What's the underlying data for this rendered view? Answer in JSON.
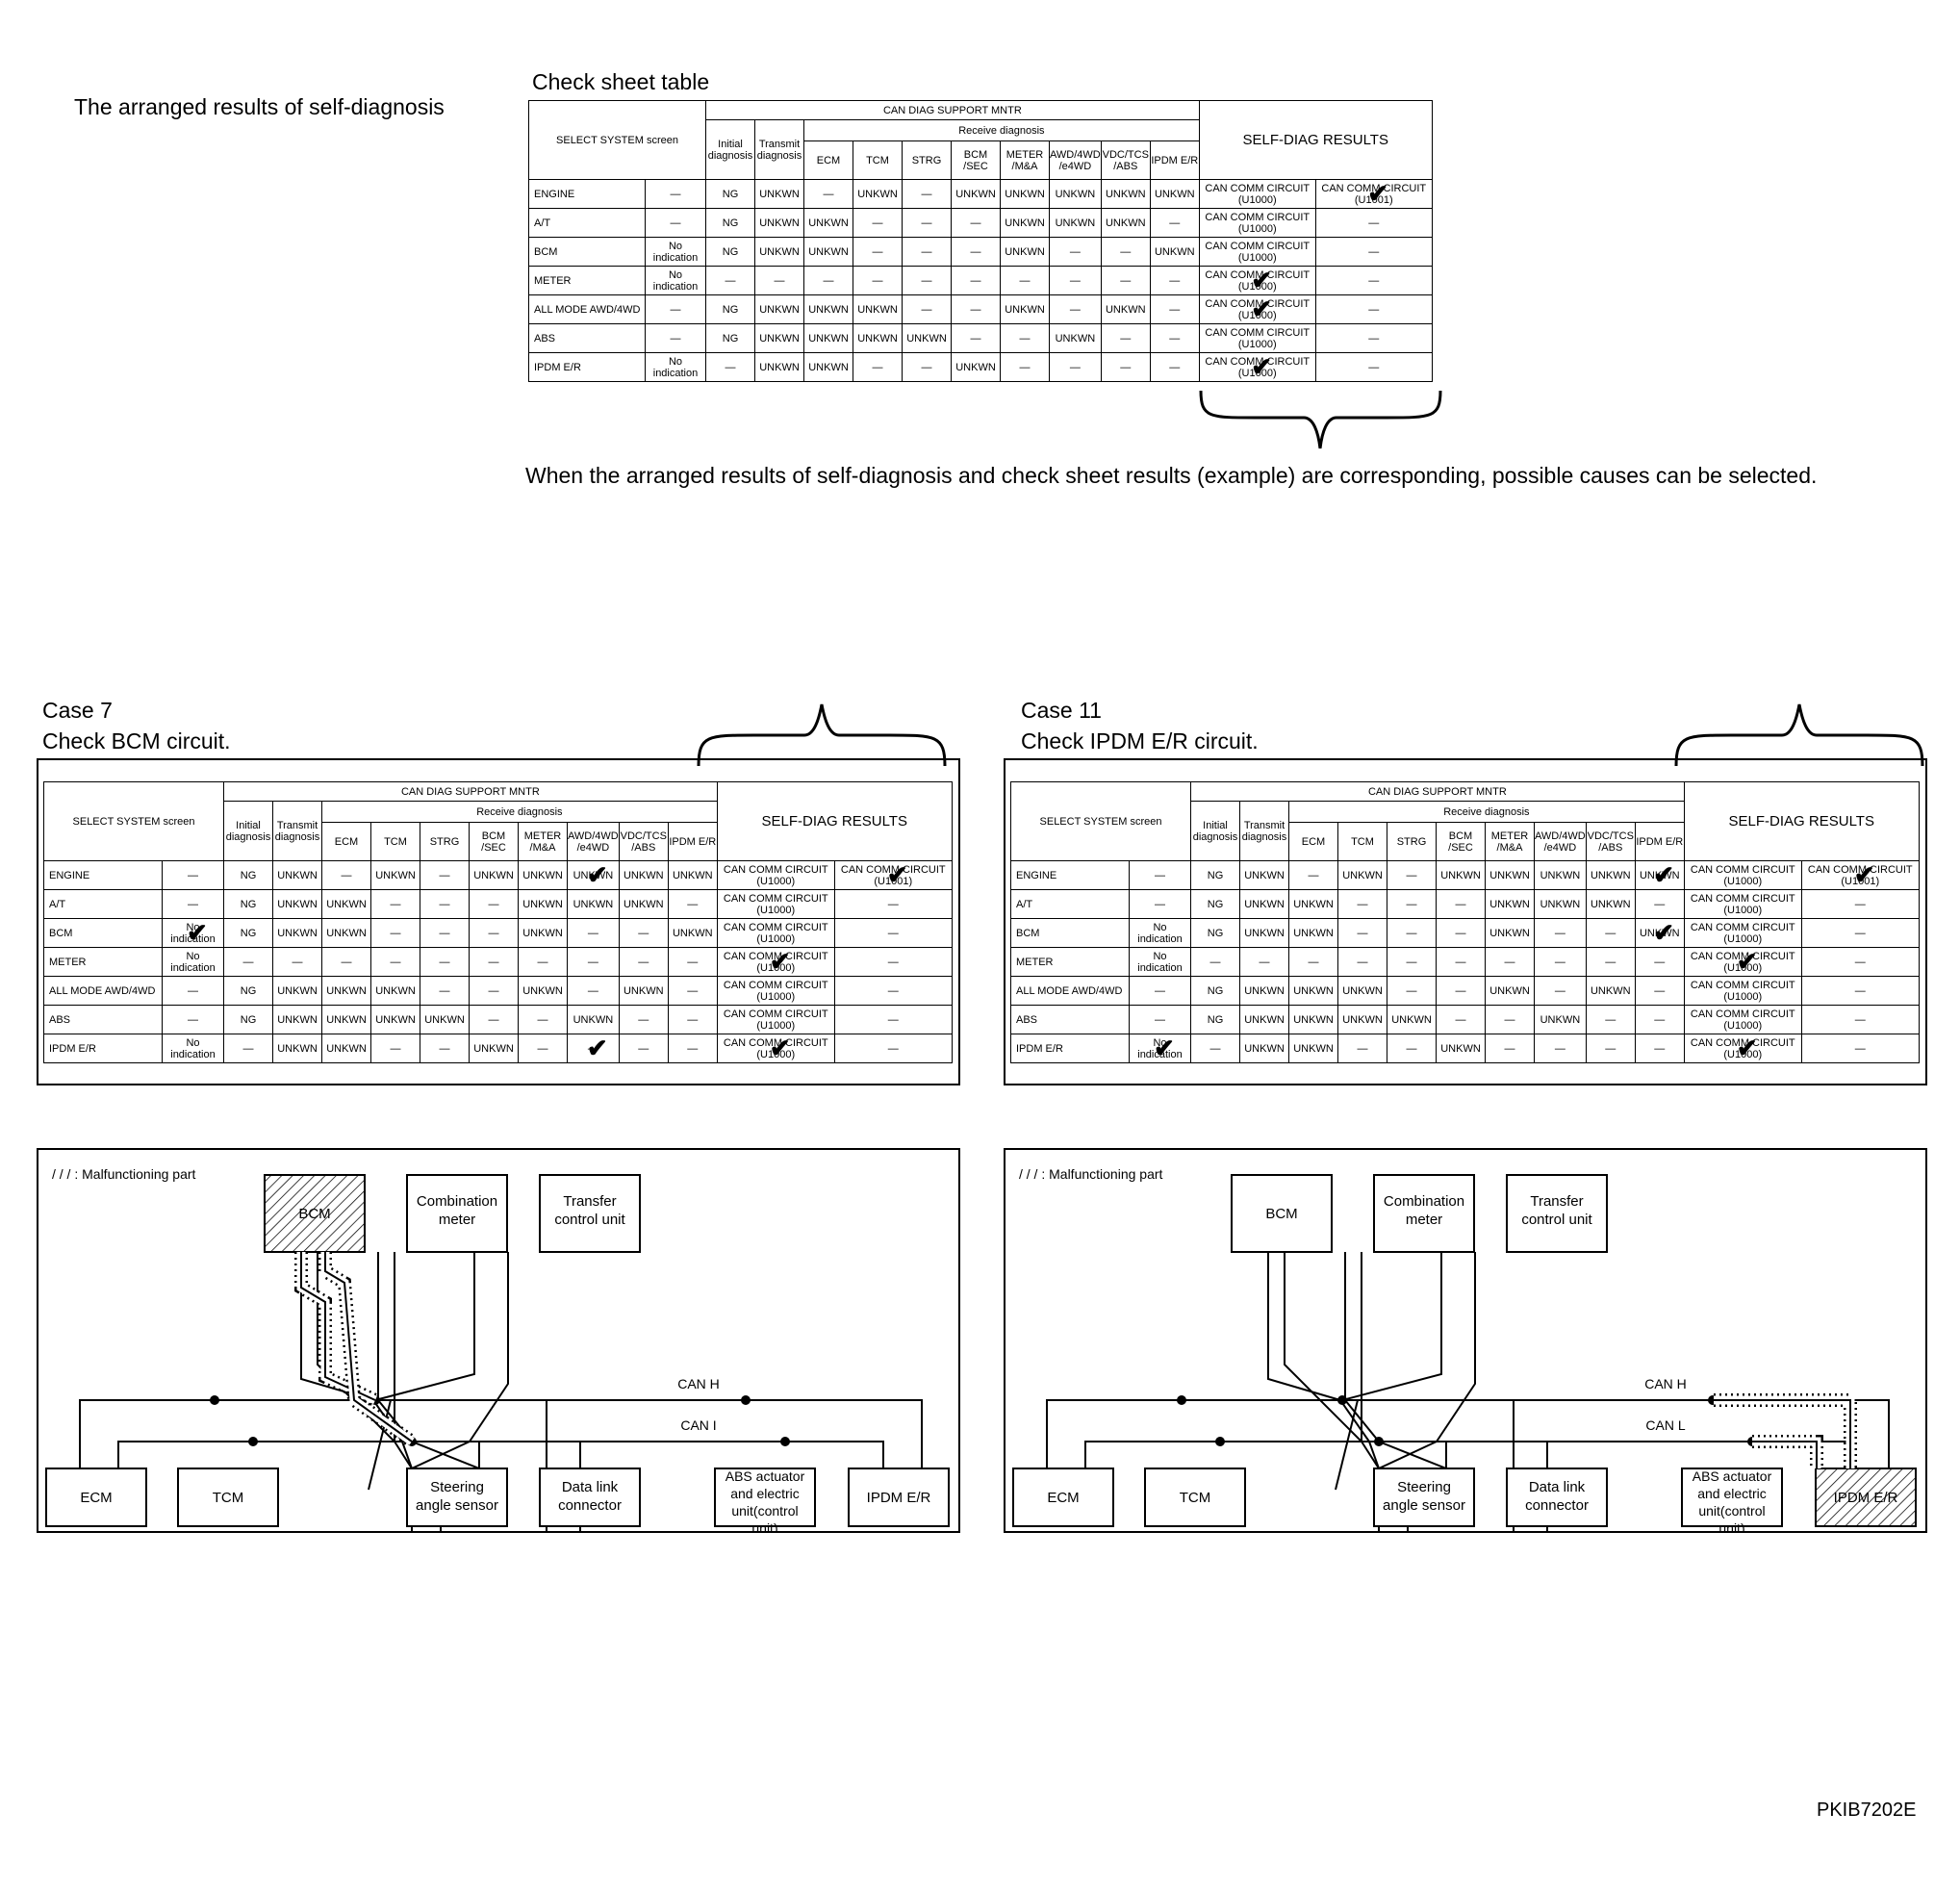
{
  "top": {
    "arranged_label": "The arranged results of self-diagnosis",
    "check_sheet_label": "Check sheet table",
    "note": "When the arranged results of self-diagnosis and check sheet results (example) are corresponding, possible causes can be selected."
  },
  "table_headers": {
    "select_system": "SELECT SYSTEM screen",
    "can_diag": "CAN DIAG SUPPORT MNTR",
    "initial": "Initial diagnosis",
    "transmit": "Transmit diagnosis",
    "receive": "Receive diagnosis",
    "receive_cols": [
      "ECM",
      "TCM",
      "STRG",
      "BCM /SEC",
      "METER /M&A",
      "AWD/4WD /e4WD",
      "VDC/TCS /ABS",
      "IPDM E/R"
    ],
    "self_diag": "SELF-DIAG RESULTS"
  },
  "check_table_rows": [
    {
      "system": "ENGINE",
      "extra": "—",
      "cells": [
        "NG",
        "UNKWN",
        "—",
        "UNKWN",
        "—",
        "UNKWN",
        "UNKWN",
        "UNKWN",
        "UNKWN",
        "UNKWN"
      ],
      "res1": "CAN COMM CIRCUIT (U1000)",
      "res2": "CAN COMM CIRCUIT (U1001)"
    },
    {
      "system": "A/T",
      "extra": "—",
      "cells": [
        "NG",
        "UNKWN",
        "UNKWN",
        "—",
        "—",
        "—",
        "UNKWN",
        "UNKWN",
        "UNKWN",
        "—"
      ],
      "res1": "CAN COMM CIRCUIT (U1000)",
      "res2": "—"
    },
    {
      "system": "BCM",
      "extra": "No indication",
      "cells": [
        "NG",
        "UNKWN",
        "UNKWN",
        "—",
        "—",
        "—",
        "UNKWN",
        "—",
        "—",
        "UNKWN"
      ],
      "res1": "CAN COMM CIRCUIT (U1000)",
      "res2": "—"
    },
    {
      "system": "METER",
      "extra": "No indication",
      "cells": [
        "—",
        "—",
        "—",
        "—",
        "—",
        "—",
        "—",
        "—",
        "—",
        "—"
      ],
      "res1": "CAN COMM CIRCUIT (U1000)",
      "res2": "—"
    },
    {
      "system": "ALL MODE AWD/4WD",
      "extra": "—",
      "cells": [
        "NG",
        "UNKWN",
        "UNKWN",
        "UNKWN",
        "—",
        "—",
        "UNKWN",
        "—",
        "UNKWN",
        "—"
      ],
      "res1": "CAN COMM CIRCUIT (U1000)",
      "res2": "—"
    },
    {
      "system": "ABS",
      "extra": "—",
      "cells": [
        "NG",
        "UNKWN",
        "UNKWN",
        "UNKWN",
        "UNKWN",
        "—",
        "—",
        "UNKWN",
        "—",
        "—"
      ],
      "res1": "CAN COMM CIRCUIT (U1000)",
      "res2": "—"
    },
    {
      "system": "IPDM E/R",
      "extra": "No indication",
      "cells": [
        "—",
        "UNKWN",
        "UNKWN",
        "—",
        "—",
        "UNKWN",
        "—",
        "—",
        "—",
        "—"
      ],
      "res1": "CAN COMM CIRCUIT (U1000)",
      "res2": "—"
    }
  ],
  "case7": {
    "title": "Case 7",
    "subtitle": "Check BCM circuit.",
    "rows": [
      {
        "system": "ENGINE",
        "extra": "—",
        "cells": [
          "NG",
          "UNKWN",
          "—",
          "UNKWN",
          "—",
          "UNKWN",
          "UNKWN",
          "UNKWN",
          "UNKWN",
          "UNKWN"
        ],
        "res1": "CAN COMM CIRCUIT (U1000)",
        "res2": "CAN COMM CIRCUIT (U1001)"
      },
      {
        "system": "A/T",
        "extra": "—",
        "cells": [
          "NG",
          "UNKWN",
          "UNKWN",
          "—",
          "—",
          "—",
          "UNKWN",
          "UNKWN",
          "UNKWN",
          "—"
        ],
        "res1": "CAN COMM CIRCUIT (U1000)",
        "res2": "—"
      },
      {
        "system": "BCM",
        "extra": "No indication",
        "cells": [
          "NG",
          "UNKWN",
          "UNKWN",
          "—",
          "—",
          "—",
          "UNKWN",
          "—",
          "—",
          "UNKWN"
        ],
        "res1": "CAN COMM CIRCUIT (U1000)",
        "res2": "—"
      },
      {
        "system": "METER",
        "extra": "No indication",
        "cells": [
          "—",
          "—",
          "—",
          "—",
          "—",
          "—",
          "—",
          "—",
          "—",
          "—"
        ],
        "res1": "CAN COMM CIRCUIT (U1000)",
        "res2": "—"
      },
      {
        "system": "ALL MODE AWD/4WD",
        "extra": "—",
        "cells": [
          "NG",
          "UNKWN",
          "UNKWN",
          "UNKWN",
          "—",
          "—",
          "UNKWN",
          "—",
          "UNKWN",
          "—"
        ],
        "res1": "CAN COMM CIRCUIT (U1000)",
        "res2": "—"
      },
      {
        "system": "ABS",
        "extra": "—",
        "cells": [
          "NG",
          "UNKWN",
          "UNKWN",
          "UNKWN",
          "UNKWN",
          "—",
          "—",
          "UNKWN",
          "—",
          "—"
        ],
        "res1": "CAN COMM CIRCUIT (U1000)",
        "res2": "—"
      },
      {
        "system": "IPDM E/R",
        "extra": "No indication",
        "cells": [
          "—",
          "UNKWN",
          "UNKWN",
          "—",
          "—",
          "UNKWN",
          "—",
          "—",
          "—",
          "—"
        ],
        "res1": "CAN COMM CIRCUIT (U1000)",
        "res2": "—"
      }
    ]
  },
  "case11": {
    "title": "Case 11",
    "subtitle": "Check IPDM E/R circuit.",
    "rows": [
      {
        "system": "ENGINE",
        "extra": "—",
        "cells": [
          "NG",
          "UNKWN",
          "—",
          "UNKWN",
          "—",
          "UNKWN",
          "UNKWN",
          "UNKWN",
          "UNKWN",
          "UNKWN"
        ],
        "res1": "CAN COMM CIRCUIT (U1000)",
        "res2": "CAN COMM CIRCUIT (U1001)"
      },
      {
        "system": "A/T",
        "extra": "—",
        "cells": [
          "NG",
          "UNKWN",
          "UNKWN",
          "—",
          "—",
          "—",
          "UNKWN",
          "UNKWN",
          "UNKWN",
          "—"
        ],
        "res1": "CAN COMM CIRCUIT (U1000)",
        "res2": "—"
      },
      {
        "system": "BCM",
        "extra": "No indication",
        "cells": [
          "NG",
          "UNKWN",
          "UNKWN",
          "—",
          "—",
          "—",
          "UNKWN",
          "—",
          "—",
          "UNKWN"
        ],
        "res1": "CAN COMM CIRCUIT (U1000)",
        "res2": "—"
      },
      {
        "system": "METER",
        "extra": "No indication",
        "cells": [
          "—",
          "—",
          "—",
          "—",
          "—",
          "—",
          "—",
          "—",
          "—",
          "—"
        ],
        "res1": "CAN COMM CIRCUIT (U1000)",
        "res2": "—"
      },
      {
        "system": "ALL MODE AWD/4WD",
        "extra": "—",
        "cells": [
          "NG",
          "UNKWN",
          "UNKWN",
          "UNKWN",
          "—",
          "—",
          "UNKWN",
          "—",
          "UNKWN",
          "—"
        ],
        "res1": "CAN COMM CIRCUIT (U1000)",
        "res2": "—"
      },
      {
        "system": "ABS",
        "extra": "—",
        "cells": [
          "NG",
          "UNKWN",
          "UNKWN",
          "UNKWN",
          "UNKWN",
          "—",
          "—",
          "UNKWN",
          "—",
          "—"
        ],
        "res1": "CAN COMM CIRCUIT (U1000)",
        "res2": "—"
      },
      {
        "system": "IPDM E/R",
        "extra": "No indication",
        "cells": [
          "—",
          "UNKWN",
          "UNKWN",
          "—",
          "—",
          "UNKWN",
          "—",
          "—",
          "—",
          "—"
        ],
        "res1": "CAN COMM CIRCUIT (U1000)",
        "res2": "—"
      }
    ]
  },
  "diagram": {
    "legend": "/ / / : Malfunctioning part",
    "can_h": "CAN H",
    "can_l_case7": "CAN I",
    "can_l_case11": "CAN L",
    "bcm": "BCM",
    "meter": [
      "Combination",
      "meter"
    ],
    "transfer": [
      "Transfer",
      "control unit"
    ],
    "ecm": "ECM",
    "tcm": "TCM",
    "steering": [
      "Steering",
      "angle sensor"
    ],
    "datalink": [
      "Data link",
      "connector"
    ],
    "abs": [
      "ABS actuator",
      "and electric",
      "unit(control",
      "unit)"
    ],
    "ipdm": "IPDM E/R"
  },
  "code": "PKIB7202E",
  "tick_glyph": "✔"
}
